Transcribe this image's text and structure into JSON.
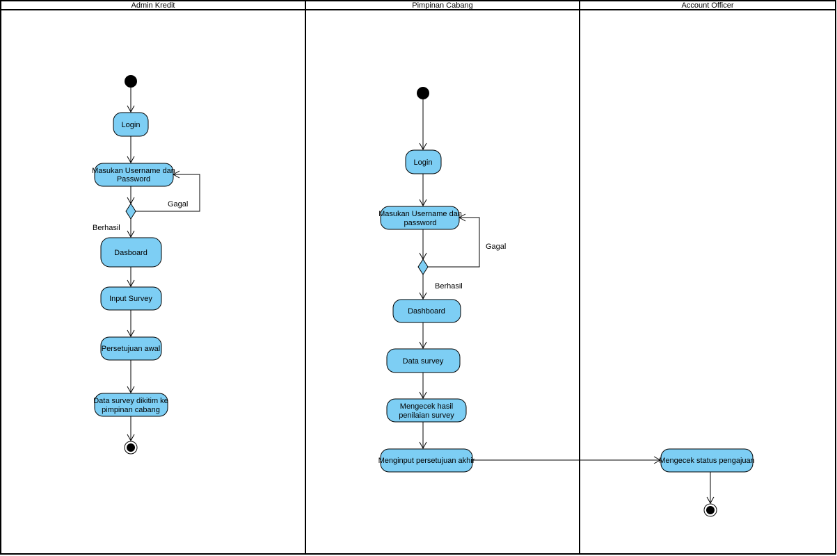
{
  "lanes": {
    "admin": "Admin Kredit",
    "pimpinan": "Pimpinan Cabang",
    "ao": "Account Officer"
  },
  "admin": {
    "login": "Login",
    "masukan_1": "Masukan Username dan",
    "masukan_2": "Password",
    "gagal": "Gagal",
    "berhasil": "Berhasil",
    "dasboard": "Dasboard",
    "input_survey": "Input Survey",
    "persetujuan_awal": "Persetujuan awal",
    "kirim_1": "Data survey dikitim ke",
    "kirim_2": "pimpinan cabang"
  },
  "pimpinan": {
    "login": "Login",
    "masukan_1": "Masukan Username dan",
    "masukan_2": "password",
    "gagal": "Gagal",
    "berhasil": "Berhasil",
    "dashboard": "Dashboard",
    "data_survey": "Data survey",
    "cek_1": "Mengecek hasil",
    "cek_2": "penilaian survey",
    "input_akhir": "Menginput persetujuan akhir"
  },
  "ao": {
    "cek_status": "Mengecek status pengajuan"
  },
  "colors": {
    "action_fill": "#7dcef4",
    "stroke": "#000000"
  }
}
